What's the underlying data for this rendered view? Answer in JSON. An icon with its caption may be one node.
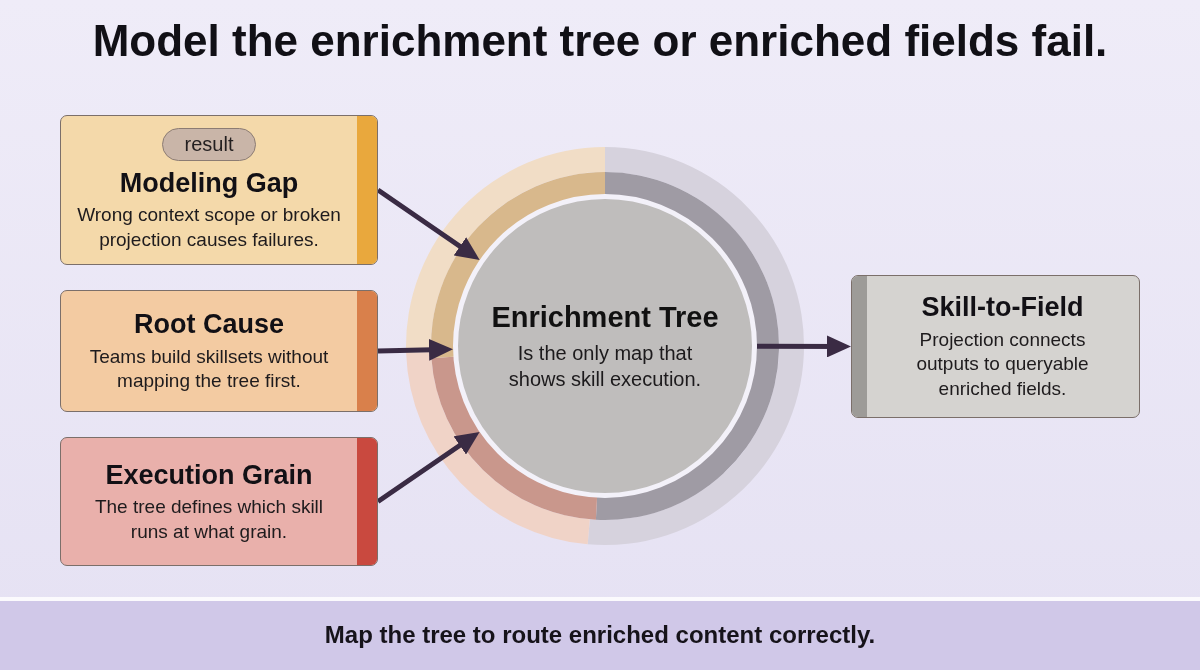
{
  "diagram": {
    "title": "Model the enrichment tree or enriched fields fail.",
    "nodes": [
      {
        "text": [
          "Modeling Gap",
          "Wrong context scope or broken projection causes failures."
        ]
      },
      {
        "text": [
          "result"
        ],
        "in": 0
      },
      {
        "text": [
          "Root Cause",
          "Teams build skillsets without mapping the tree first."
        ]
      },
      {
        "text": [
          "Execution Grain",
          "The tree defines which skill runs at what grain."
        ]
      },
      {
        "text": [
          "Enrichment Tree",
          "Is the only map that shows skill execution."
        ]
      },
      {
        "text": [
          "Skill-to-Field",
          "Projection connects outputs to queryable enriched fields."
        ]
      },
      {
        "text": [
          "Map the tree to route enriched content correctly."
        ]
      }
    ],
    "edges": [
      {
        "from": 0,
        "to": 4,
        "arrow": "to"
      },
      {
        "from": 2,
        "to": 4,
        "arrow": "to"
      },
      {
        "from": 3,
        "to": 4,
        "arrow": "to"
      },
      {
        "from": 4,
        "to": 5,
        "arrow": "to"
      }
    ]
  }
}
